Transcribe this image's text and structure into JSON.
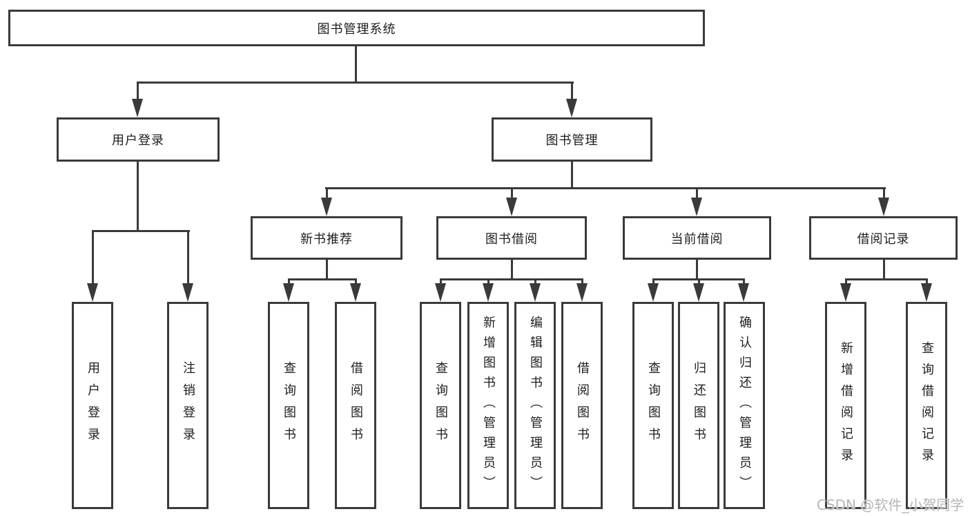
{
  "tree": {
    "label": "图书管理系统",
    "children": [
      {
        "label": "用户登录",
        "children": [
          {
            "label": "用户登录"
          },
          {
            "label": "注销登录"
          }
        ]
      },
      {
        "label": "图书管理",
        "children": [
          {
            "label": "新书推荐",
            "children": [
              {
                "label": "查询图书"
              },
              {
                "label": "借阅图书"
              }
            ]
          },
          {
            "label": "图书借阅",
            "children": [
              {
                "label": "查询图书"
              },
              {
                "label": "新增图书（管理员）"
              },
              {
                "label": "编辑图书（管理员）"
              },
              {
                "label": "借阅图书"
              }
            ]
          },
          {
            "label": "当前借阅",
            "children": [
              {
                "label": "查询图书"
              },
              {
                "label": "归还图书"
              },
              {
                "label": "确认归还（管理员）"
              }
            ]
          },
          {
            "label": "借阅记录",
            "children": [
              {
                "label": "新增借阅记录"
              },
              {
                "label": "查询借阅记录"
              }
            ]
          }
        ]
      }
    ]
  },
  "watermark": {
    "text": "CSDN @软件_小贺同学"
  },
  "colors": {
    "line": "#3a3a3a",
    "box-border": "#3a3a3a",
    "text": "#1d1d1d",
    "background": "#ffffff",
    "watermark": "#b5b5b5"
  }
}
